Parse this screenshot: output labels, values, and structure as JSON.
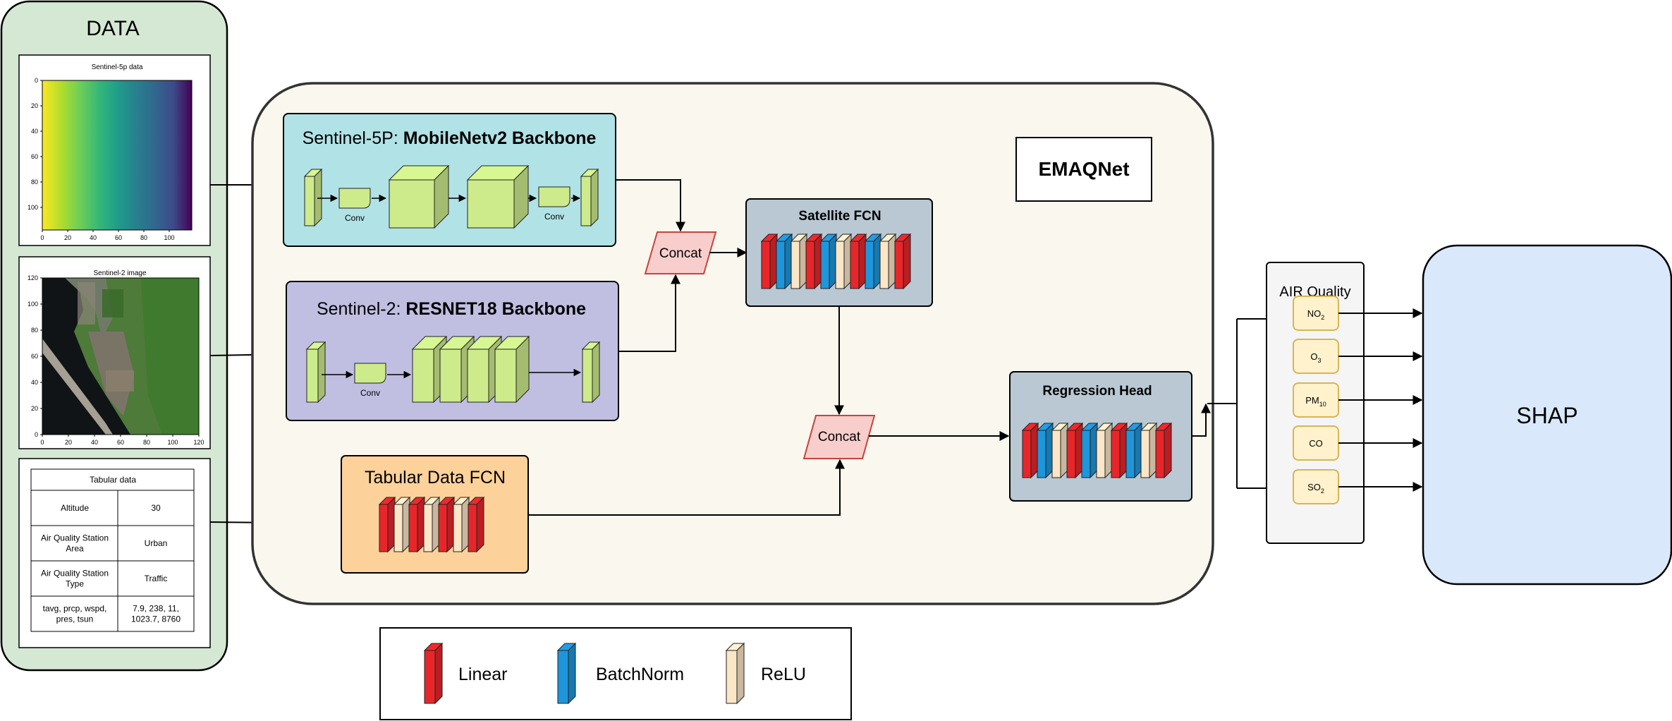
{
  "data_panel": {
    "title": "DATA",
    "s5p": {
      "title": "Sentinel-5p data",
      "y_ticks": [
        "0",
        "20",
        "40",
        "60",
        "80",
        "100"
      ],
      "x_ticks": [
        "0",
        "20",
        "40",
        "60",
        "80",
        "100"
      ]
    },
    "s2": {
      "title": "Sentinel-2 image",
      "y_ticks": [
        "120",
        "100",
        "80",
        "60",
        "40",
        "20",
        "0"
      ],
      "x_ticks": [
        "0",
        "20",
        "40",
        "60",
        "80",
        "100",
        "120"
      ]
    },
    "table": {
      "title": "Tabular data",
      "rows": [
        {
          "key": [
            "Altitude"
          ],
          "value": [
            "30"
          ]
        },
        {
          "key": [
            "Air Quality Station",
            "Area"
          ],
          "value": [
            "Urban"
          ]
        },
        {
          "key": [
            "Air Quality Station",
            "Type"
          ],
          "value": [
            "Traffic"
          ]
        },
        {
          "key": [
            "tavg, prcp, wspd,",
            "pres, tsun"
          ],
          "value": [
            "7.9, 238, 11,",
            "1023.7, 8760"
          ]
        }
      ]
    }
  },
  "model": {
    "name": "EMAQNet",
    "s5p_backbone": {
      "prefix": "Sentinel-5P: ",
      "bold": "MobileNetv2 Backbone"
    },
    "s2_backbone": {
      "prefix": "Sentinel-2: ",
      "bold": "RESNET18 Backbone"
    },
    "conv_label": "Conv",
    "concat_label": "Concat",
    "satellite_fcn": "Satellite FCN",
    "tabular_fcn": "Tabular Data FCN",
    "regression_head": "Regression Head"
  },
  "outputs": {
    "title": "AIR Quality",
    "pollutants": [
      {
        "base": "NO",
        "sub": "2"
      },
      {
        "base": "O",
        "sub": "3"
      },
      {
        "base": "PM",
        "sub": "10"
      },
      {
        "base": "CO",
        "sub": ""
      },
      {
        "base": "SO",
        "sub": "2"
      }
    ]
  },
  "shap": "SHAP",
  "legend": [
    {
      "label": "Linear",
      "color": "#e8262a"
    },
    {
      "label": "BatchNorm",
      "color": "#1e96dc"
    },
    {
      "label": "ReLU",
      "color": "#fbe6c7"
    }
  ],
  "colors": {
    "data_bg": "#d5e8d4",
    "model_bg": "#f9f7ee",
    "s5p_bg": "#b1e2e6",
    "s2_bg": "#c0bfe2",
    "tab_bg": "#fdd19a",
    "fcn_bg": "#b9c8d3",
    "block_green": "#cdeb8b",
    "concat_bg": "#f8cecc",
    "concat_stroke": "#c8433c",
    "pollutant_bg": "#fff2cc",
    "pollutant_stroke": "#d6b656",
    "shap_bg": "#dae8fc"
  }
}
